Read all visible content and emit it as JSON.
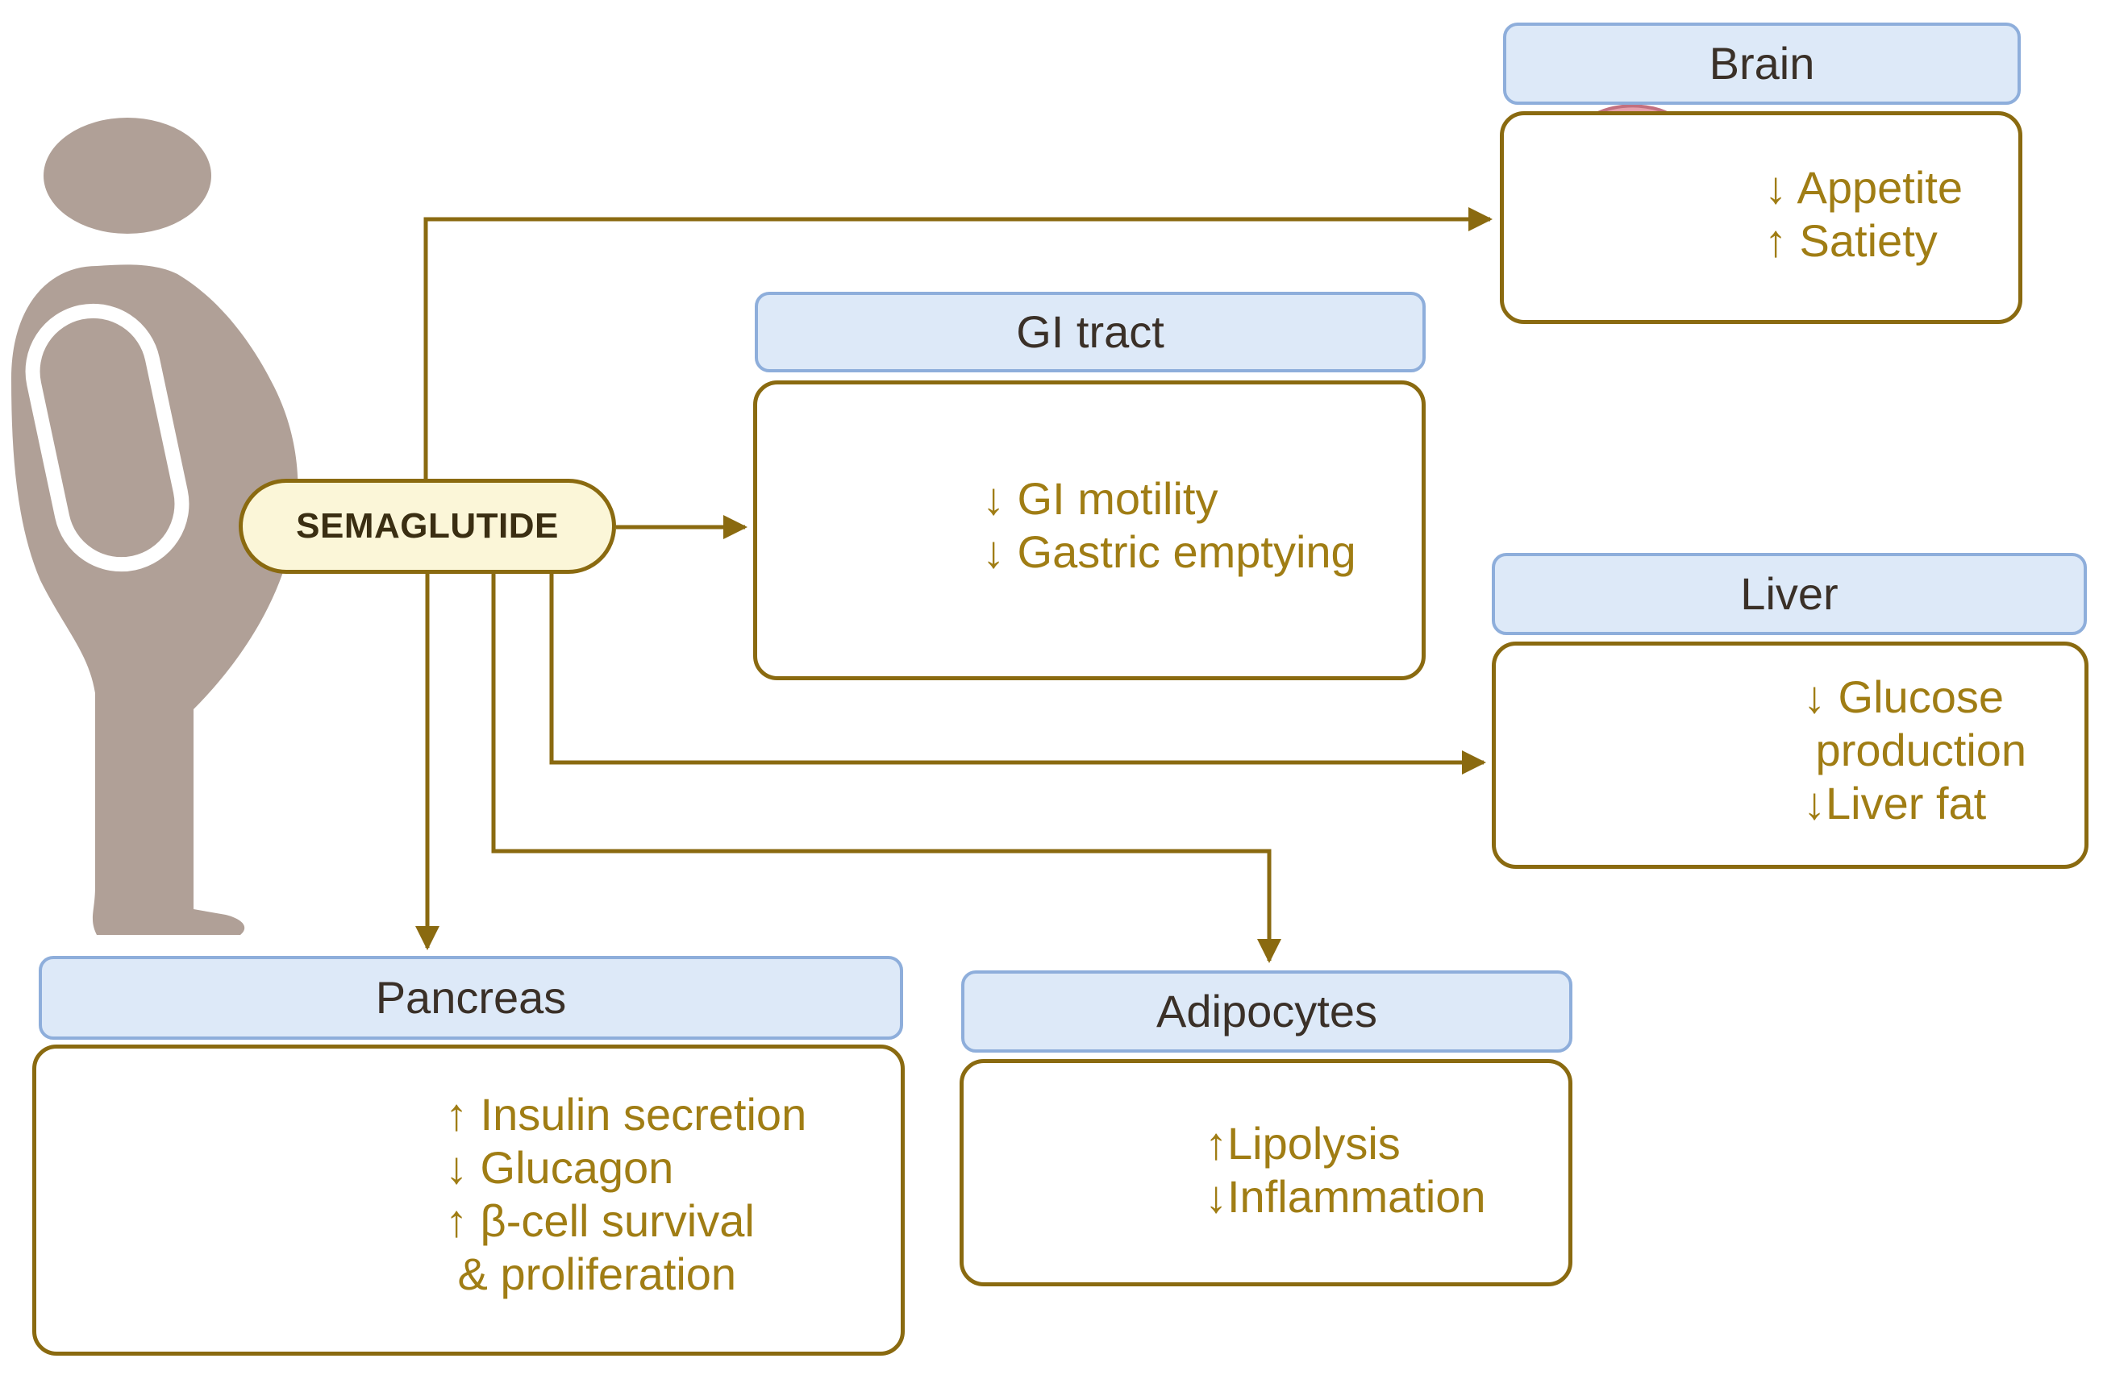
{
  "drug": {
    "label": "SEMAGLUTIDE"
  },
  "organs": {
    "brain": {
      "title": "Brain",
      "effects": [
        "↓ Appetite",
        "↑ Satiety"
      ]
    },
    "gi_tract": {
      "title": "GI tract",
      "effects": [
        "↓ GI motility",
        "↓ Gastric emptying"
      ]
    },
    "liver": {
      "title": "Liver",
      "effects": [
        "↓ Glucose",
        " production",
        "↓Liver fat"
      ]
    },
    "pancreas": {
      "title": "Pancreas",
      "effects": [
        "↑ Insulin secretion",
        "↓ Glucagon",
        "↑ β-cell survival",
        " & proliferation"
      ]
    },
    "adipocytes": {
      "title": "Adipocytes",
      "effects": [
        "↑Lipolysis",
        "↓Inflammation"
      ]
    }
  },
  "colors": {
    "arrow": "#8a6a10",
    "panel_border": "#8a6a10",
    "header_fill": "#dde9f8",
    "header_border": "#8eaedb",
    "effect_text": "#a07d14",
    "silhouette": "#b0a097",
    "drug_fill": "#fbf6d8"
  },
  "icons": [
    "human-silhouette-icon",
    "brain-icon",
    "gi-tract-icon",
    "liver-icon",
    "pancreas-icon",
    "adipocytes-icon"
  ]
}
